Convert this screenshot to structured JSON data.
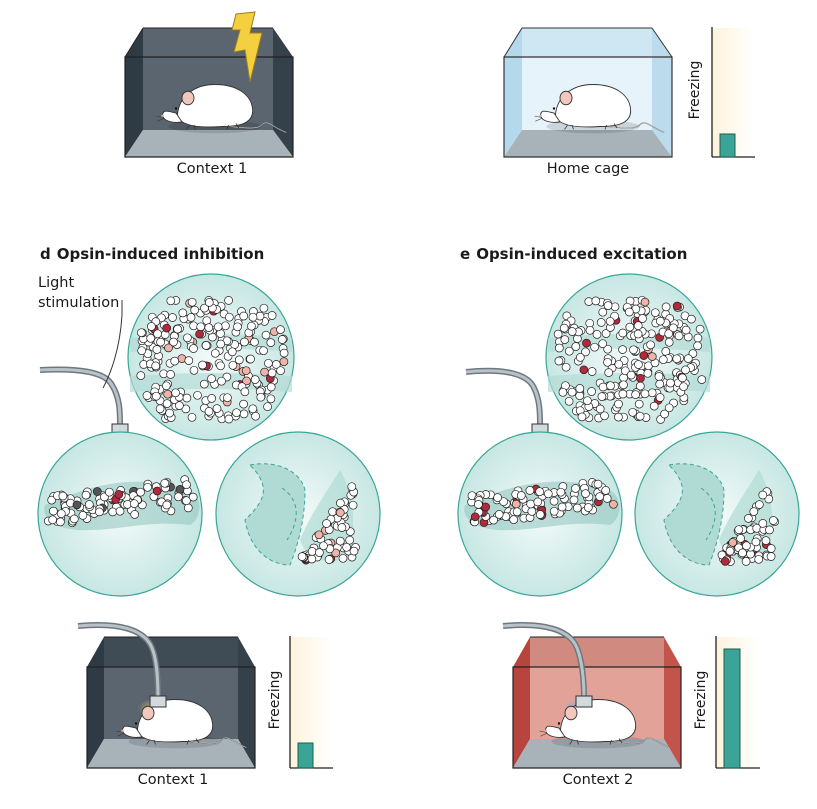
{
  "labels": {
    "context1_top": "Context 1",
    "home_cage": "Home cage",
    "context1_bottom": "Context 1",
    "context2_bottom": "Context 2",
    "light_stimulation": "Light\nstimulation",
    "freezing": "Freezing"
  },
  "panel_d": {
    "letter": "d",
    "title": "Opsin-induced inhibition"
  },
  "panel_e": {
    "letter": "e",
    "title": "Opsin-induced excitation"
  },
  "freezing_levels": {
    "home_cage": 0.18,
    "context1_inhibition": 0.2,
    "context2_excitation": 0.93
  },
  "colors": {
    "teal": "#3aa596",
    "dark_box": "#4a5560",
    "home_box": "#cfe8f4",
    "red_box": "#d9857c",
    "inhib_light": "#f3ea9a",
    "excit_light": "#7cc3e6",
    "active_cell": "#b3283a",
    "tagged_cell": "#f0b3a8",
    "inhibited_cell": "#555"
  }
}
